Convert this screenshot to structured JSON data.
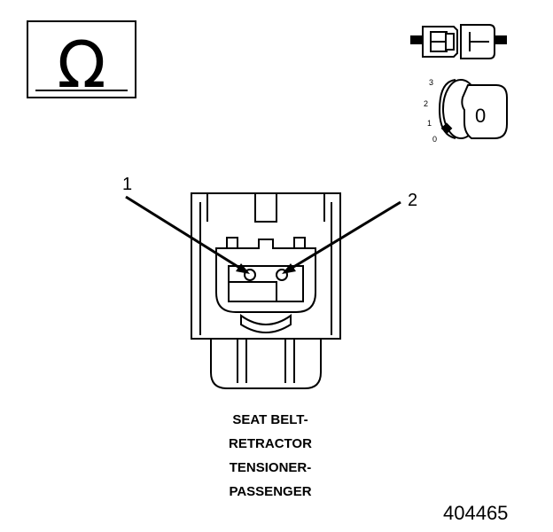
{
  "ohm_symbol": "Ω",
  "key_positions": [
    "3",
    "2",
    "1",
    "0"
  ],
  "key_label": "0",
  "pin_labels": [
    "1",
    "2"
  ],
  "caption_lines": [
    "SEAT BELT-",
    "RETRACTOR",
    "TENSIONER-",
    "PASSENGER"
  ],
  "figure_id": "404465"
}
